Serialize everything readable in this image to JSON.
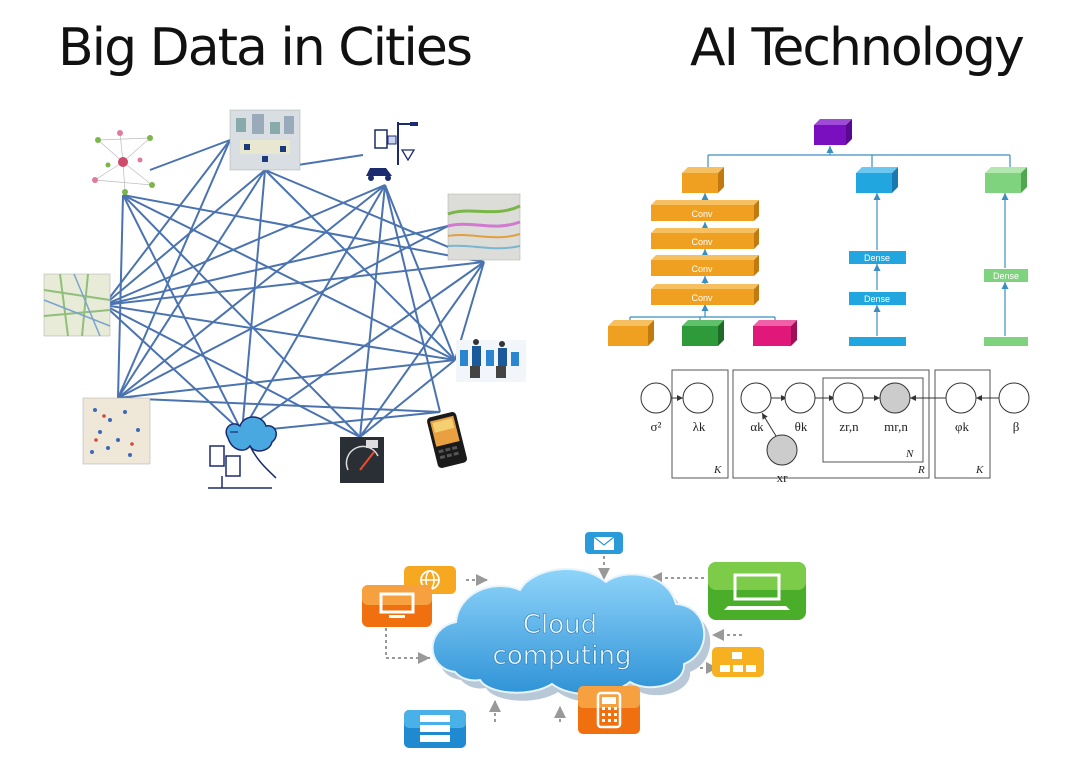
{
  "titles": {
    "left": "Big Data in Cities",
    "right": "AI Technology"
  },
  "network": {
    "nodes": [
      {
        "id": "network-graph",
        "icon": "network-graph-icon"
      },
      {
        "id": "city-map",
        "icon": "city-map-icon"
      },
      {
        "id": "traffic-sensor",
        "icon": "traffic-sensor-icon"
      },
      {
        "id": "traffic-flow",
        "icon": "traffic-flow-icon"
      },
      {
        "id": "street-map",
        "icon": "street-map-icon"
      },
      {
        "id": "people-devices",
        "icon": "people-devices-icon"
      },
      {
        "id": "gps-map",
        "icon": "gps-map-icon"
      },
      {
        "id": "weather-station",
        "icon": "weather-station-icon"
      },
      {
        "id": "gauge-meter",
        "icon": "gauge-meter-icon"
      },
      {
        "id": "mobile-phone",
        "icon": "mobile-phone-icon"
      }
    ],
    "edge_color": "#4a73b0"
  },
  "nn": {
    "conv_labels": [
      "Conv",
      "Conv",
      "Conv",
      "Conv"
    ],
    "dense_mid_labels": [
      "Dense",
      "Dense"
    ],
    "dense_right_label": "Dense",
    "colors": {
      "top": "#7a0fbf",
      "orange": "#f0a020",
      "blue": "#22a6e0",
      "green": "#7fd37f",
      "darkgreen": "#2f9a3a",
      "pink": "#e0187a"
    }
  },
  "pgm": {
    "nodes": [
      "σ²",
      "λk",
      "αk",
      "θk",
      "zr,n",
      "mr,n",
      "φk",
      "β",
      "xr"
    ],
    "plates": [
      "K",
      "R",
      "N",
      "K"
    ]
  },
  "cloud": {
    "text_line1": "Cloud",
    "text_line2": "computing",
    "cloud_color": "#5fb8ec"
  }
}
